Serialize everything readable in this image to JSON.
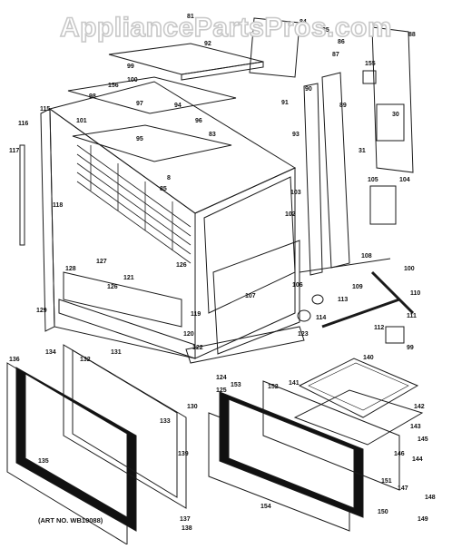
{
  "watermark": "AppliancePartsPros.com",
  "art_number": "(ART NO. WB10088)",
  "callouts": [
    "81",
    "84",
    "85",
    "86",
    "87",
    "88",
    "92",
    "99",
    "100",
    "98",
    "156",
    "97",
    "94",
    "96",
    "95",
    "101",
    "116",
    "115",
    "117",
    "83",
    "93",
    "91",
    "90",
    "89",
    "155",
    "30",
    "31",
    "8",
    "85",
    "104",
    "105",
    "103",
    "102",
    "118",
    "128",
    "127",
    "121",
    "126",
    "126",
    "129",
    "119",
    "107",
    "106",
    "108",
    "100",
    "109",
    "110",
    "113",
    "114",
    "111",
    "112",
    "99",
    "120",
    "122",
    "123",
    "140",
    "124",
    "125",
    "134",
    "131",
    "132",
    "136",
    "133",
    "135",
    "130",
    "139",
    "138",
    "137",
    "153",
    "152",
    "141",
    "142",
    "143",
    "145",
    "144",
    "146",
    "147",
    "148",
    "149",
    "150",
    "151",
    "154"
  ],
  "colors": {
    "line": "#1a1a1a",
    "panel": "#111111",
    "watermark": "#c8c8c8"
  }
}
